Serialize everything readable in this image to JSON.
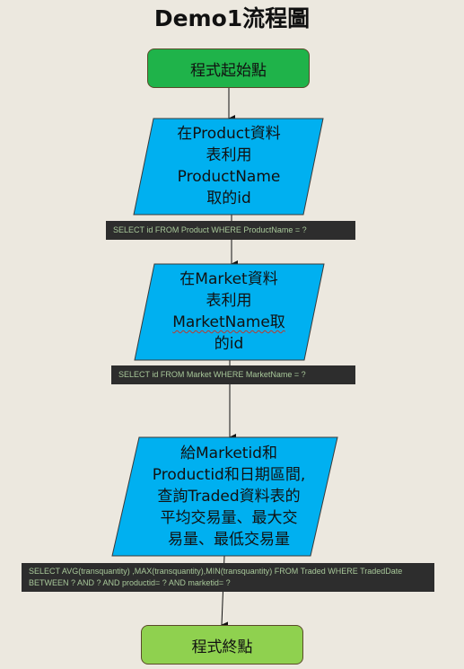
{
  "title": "Demo1流程圖",
  "start_label": "程式起始點",
  "end_label": "程式終點",
  "steps": [
    {
      "lines": [
        "在Product資料",
        "表利用",
        "ProductName",
        "取的id"
      ],
      "sql": "SELECT id FROM Product WHERE ProductName = ?"
    },
    {
      "lines": [
        "在Market資料",
        "表利用",
        "MarketName取",
        "的id"
      ],
      "sql": "SELECT id FROM Market WHERE MarketName = ?"
    },
    {
      "lines": [
        "給Marketid和",
        "Productid和日期區間,",
        "查詢Traded資料表的",
        "平均交易量、最大交",
        "易量、最低交易量"
      ],
      "sql": "SELECT AVG(transquantity) ,MAX(transquantity),MIN(transquantity) FROM Traded WHERE TradedDate BETWEEN ? AND ? AND productid= ? AND marketid= ?"
    }
  ],
  "colors": {
    "background": "#ece8df",
    "start_fill": "#1fb34a",
    "end_fill": "#8fd14f",
    "process_fill": "#00b0f0",
    "sql_bg": "#2d2d2d",
    "sql_text": "#a8c89a"
  }
}
